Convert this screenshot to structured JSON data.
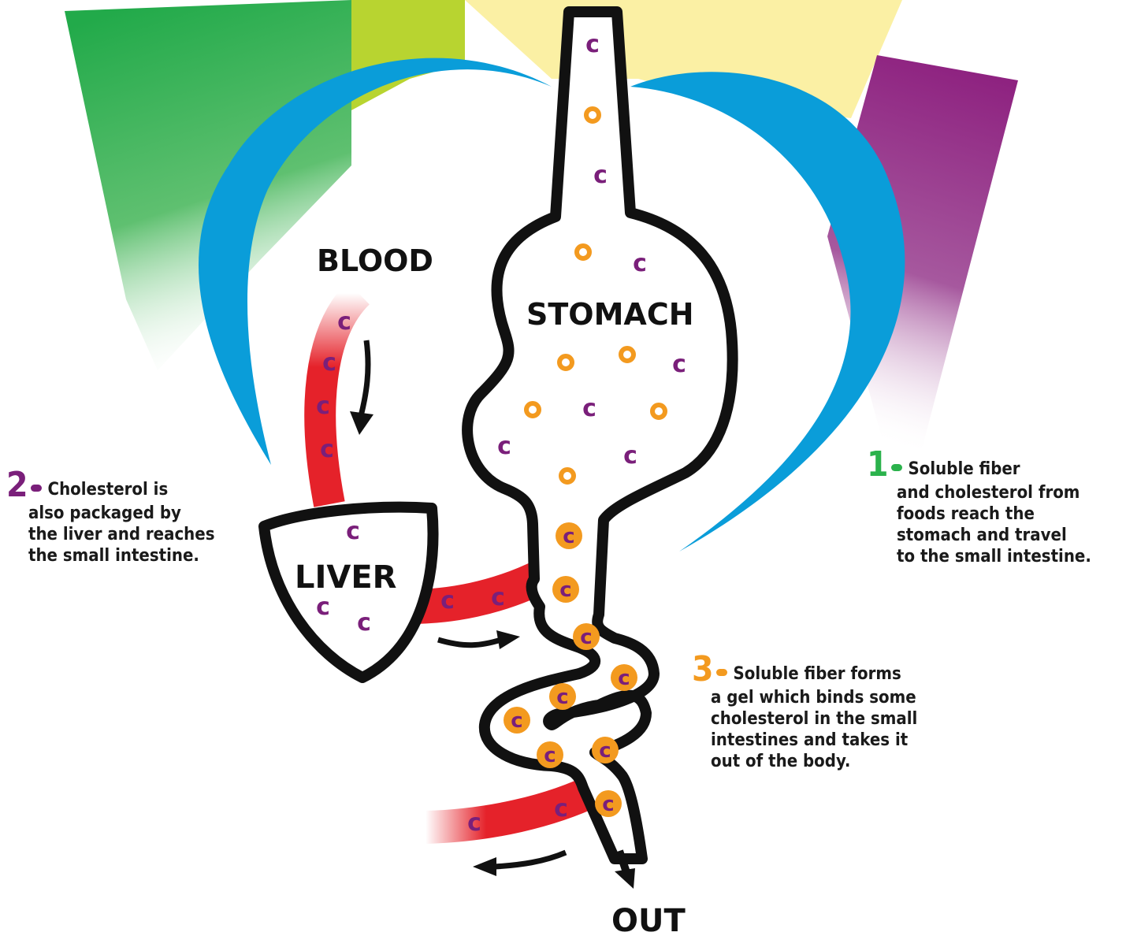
{
  "labels": {
    "blood": "BLOOD",
    "stomach": "STOMACH",
    "liver": "LIVER",
    "out": "OUT"
  },
  "molecule_letter": "c",
  "steps": [
    {
      "number": "1",
      "lines": [
        "Soluble fiber",
        "and cholesterol from",
        "foods reach the",
        "stomach and travel",
        "to the small intestine."
      ],
      "color": "#2bb24c"
    },
    {
      "number": "2",
      "lines": [
        "Cholesterol is",
        "also packaged by",
        "the liver and reaches",
        "the small intestine."
      ],
      "color": "#7a1f7a"
    },
    {
      "number": "3",
      "lines": [
        "Soluble fiber forms",
        "a gel which binds some",
        "cholesterol in the small",
        "intestines and takes it",
        "out of the body."
      ],
      "color": "#f39a1f"
    }
  ],
  "colors": {
    "heart_blue": "#0a9dd9",
    "blood_red": "#e5222a",
    "cholesterol_purple": "#7a1f7a",
    "fiber_orange": "#f39a1f",
    "outline_black": "#111111",
    "green": "#22aa4a",
    "lime": "#b8d430",
    "pale_yellow": "#fbf0a4",
    "violet": "#8e2280"
  }
}
